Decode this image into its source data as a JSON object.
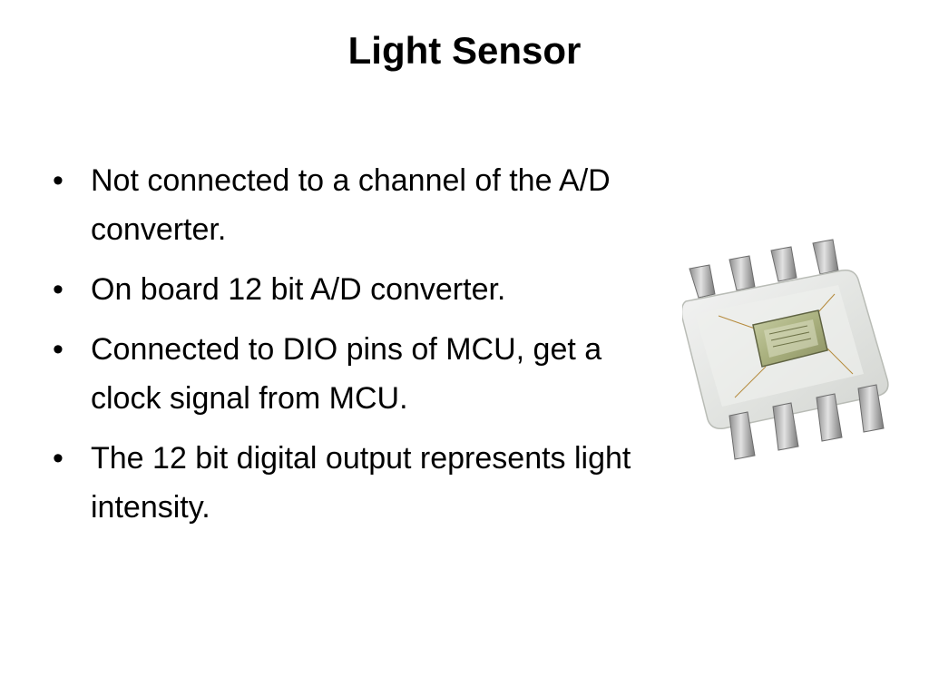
{
  "slide": {
    "title": "Light Sensor",
    "bullets": [
      {
        "marker": "•",
        "text": "Not connected to a channel of the A/D converter."
      },
      {
        "marker": "•",
        "text": "On board 12 bit A/D converter."
      },
      {
        "marker": "•",
        "text": "Connected to DIO pins of MCU, get a clock signal from MCU."
      },
      {
        "marker": "•",
        "text": "The 12 bit digital output represents light intensity."
      }
    ]
  },
  "image": {
    "icon": "light-sensor-chip-icon"
  }
}
